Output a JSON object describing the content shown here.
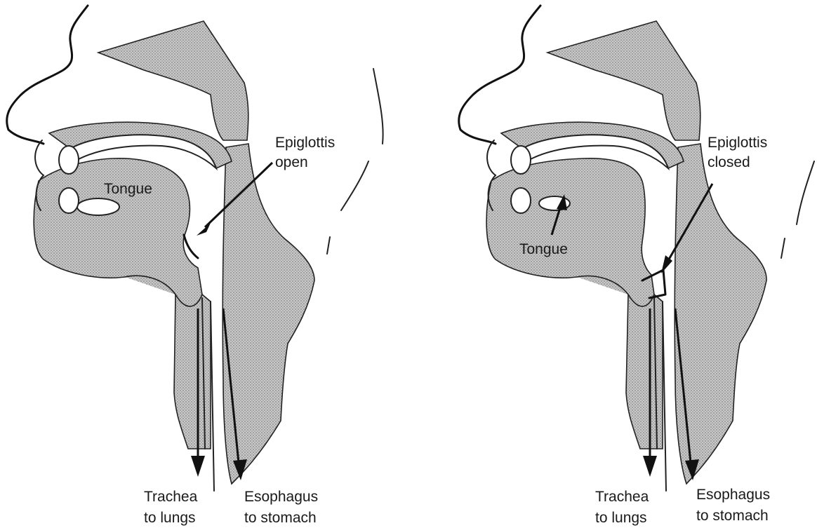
{
  "panels": [
    {
      "id": "open",
      "labels": {
        "tongue": "Tongue",
        "epiglottis_line1": "Epiglottis",
        "epiglottis_line2": "open",
        "trachea_line1": "Trachea",
        "trachea_line2": "to lungs",
        "esophagus_line1": "Esophagus",
        "esophagus_line2": "to stomach"
      }
    },
    {
      "id": "closed",
      "labels": {
        "tongue": "Tongue",
        "epiglottis_line1": "Epiglottis",
        "epiglottis_line2": "closed",
        "trachea_line1": "Trachea",
        "trachea_line2": "to lungs",
        "esophagus_line1": "Esophagus",
        "esophagus_line2": "to stomach"
      }
    }
  ]
}
